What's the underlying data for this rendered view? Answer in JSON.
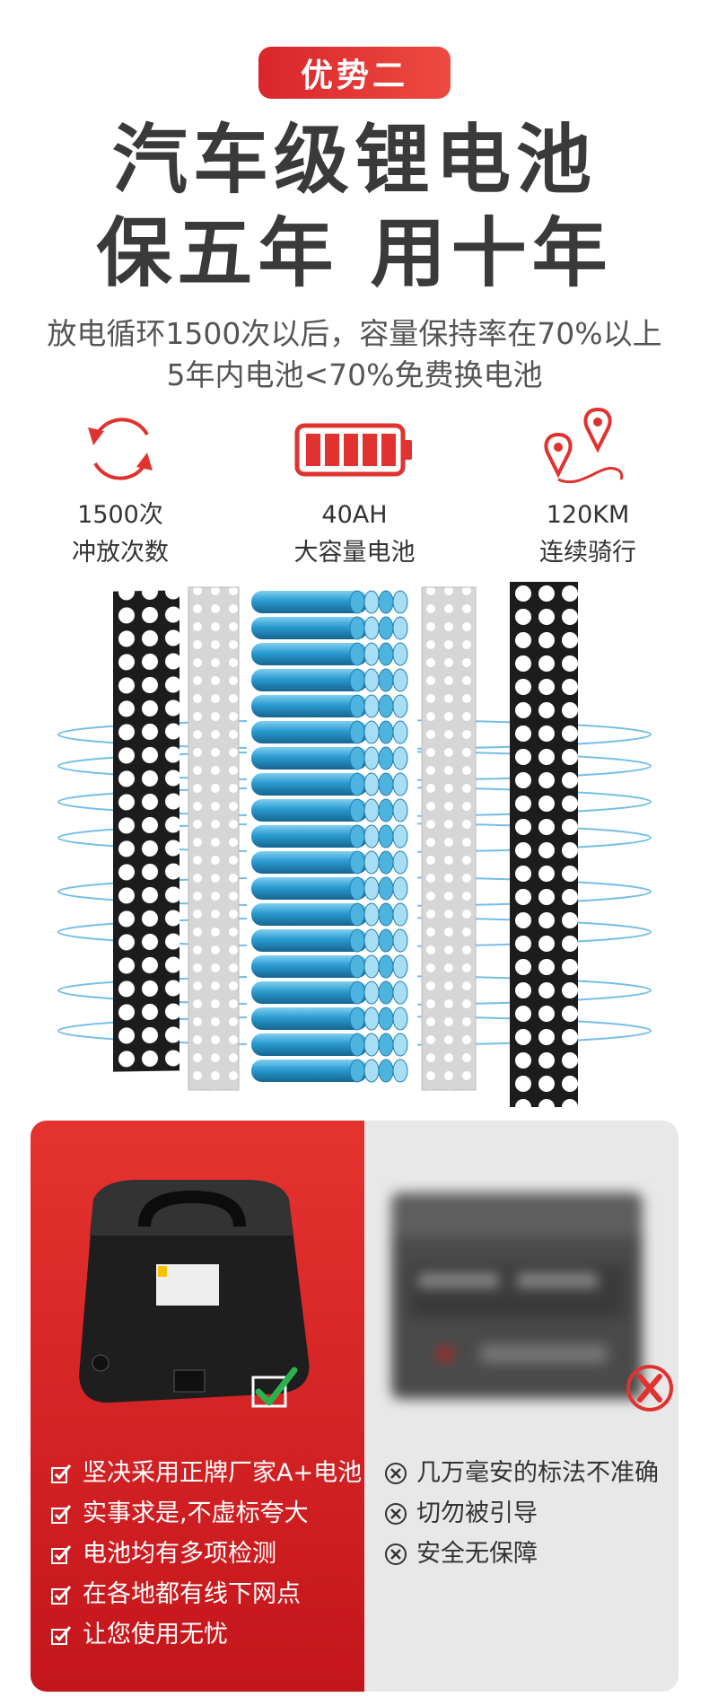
{
  "badge": "优势二",
  "headline": {
    "line1": "汽车级锂电池",
    "line2": "保五年 用十年"
  },
  "subtitle": {
    "line1": "放电循环1500次以后，容量保持率在70%以上",
    "line2": "5年内电池<70%免费换电池"
  },
  "features": [
    {
      "icon": "cycle-icon",
      "value": "1500次",
      "label": "冲放次数"
    },
    {
      "icon": "battery-icon",
      "value": "40AH",
      "label": "大容量电池"
    },
    {
      "icon": "route-icon",
      "value": "120KM",
      "label": "连续骑行"
    }
  ],
  "comparison": {
    "good": {
      "items": [
        "坚决采用正牌厂家A+电池",
        "实事求是,不虚标夸大",
        "电池均有多项检测",
        "在各地都有线下网点",
        "让您使用无忧"
      ]
    },
    "bad": {
      "items": [
        "几万毫安的标法不准确",
        "切勿被引导",
        "安全无保障"
      ]
    }
  },
  "colors": {
    "accent": "#e0322e",
    "text": "#3a3a3a",
    "good_check": "#2bb24c",
    "bad_mark": "#e0322e"
  }
}
